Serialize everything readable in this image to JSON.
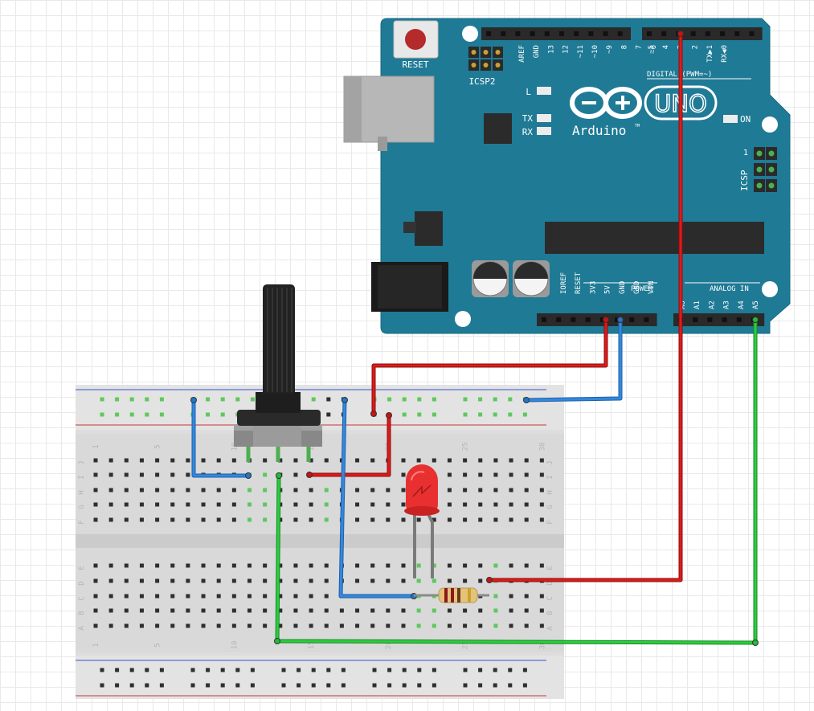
{
  "arduino": {
    "brand": "Arduino",
    "tm": "TM",
    "model": "UNO",
    "reset_label": "RESET",
    "icsp2_label": "ICSP2",
    "icsp_label": "ICSP",
    "icsp_pin1": "1",
    "led_l": "L",
    "led_tx": "TX",
    "led_rx": "RX",
    "on_label": "ON",
    "digital_label": "DIGITAL (PWM=~)",
    "power_label": "POWER",
    "analog_label": "ANALOG IN",
    "digital_pins": [
      "AREF",
      "GND",
      "13",
      "12",
      "~11",
      "~10",
      "~9",
      "8",
      "7",
      "~6",
      "~5",
      "4",
      "~3",
      "2",
      "TX▶1",
      "RX◀0"
    ],
    "power_pins": [
      "IOREF",
      "RESET",
      "3V3",
      "5V",
      "GND",
      "GND",
      "VIN"
    ],
    "analog_pins": [
      "A0",
      "A1",
      "A2",
      "A3",
      "A4",
      "A5"
    ]
  },
  "breadboard": {
    "top_rows": [
      "J",
      "I",
      "H",
      "G",
      "F"
    ],
    "bottom_rows": [
      "E",
      "D",
      "C",
      "B",
      "A"
    ],
    "column_numbers": [
      "1",
      "5",
      "10",
      "15",
      "20",
      "25",
      "30"
    ]
  },
  "colors": {
    "board": "#1f7a95",
    "wire_red": "#cc1111",
    "wire_blue": "#2277cc",
    "wire_green": "#22bb33",
    "led": "#e83030"
  }
}
